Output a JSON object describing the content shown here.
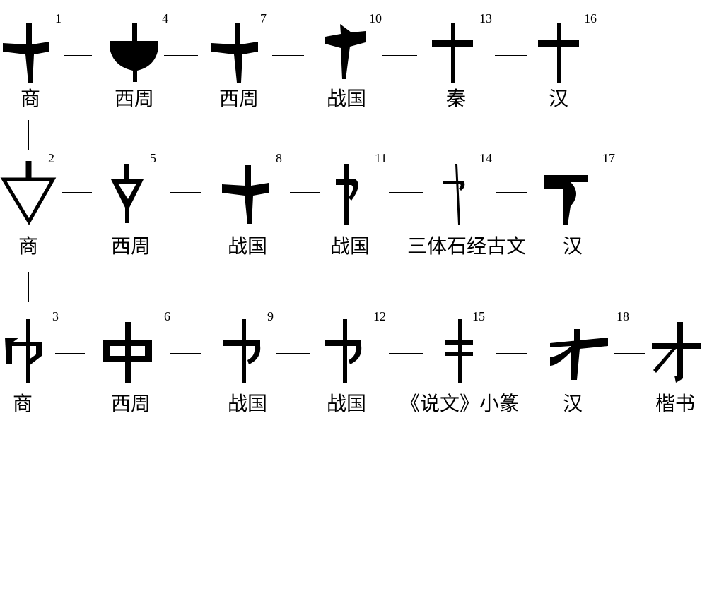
{
  "title_char": "才",
  "rows": [
    {
      "items": [
        {
          "num": "1",
          "label": "商",
          "shape": "cross-spread"
        },
        {
          "num": "4",
          "label": "西周",
          "shape": "cup"
        },
        {
          "num": "7",
          "label": "西周",
          "shape": "cross-spread"
        },
        {
          "num": "10",
          "label": "战国",
          "shape": "cross-slant"
        },
        {
          "num": "13",
          "label": "秦",
          "shape": "cross-thin"
        },
        {
          "num": "16",
          "label": "汉",
          "shape": "cross-thin"
        }
      ]
    },
    {
      "items": [
        {
          "num": "2",
          "label": "商",
          "shape": "triangle-outline"
        },
        {
          "num": "5",
          "label": "西周",
          "shape": "triangle-small"
        },
        {
          "num": "8",
          "label": "战国",
          "shape": "cross-spread"
        },
        {
          "num": "11",
          "label": "战国",
          "shape": "hook"
        },
        {
          "num": "14",
          "label": "三体石经古文",
          "shape": "hook-thin"
        },
        {
          "num": "17",
          "label": "汉",
          "shape": "hook-fill"
        }
      ]
    },
    {
      "items": [
        {
          "num": "3",
          "label": "商",
          "shape": "box-hook"
        },
        {
          "num": "6",
          "label": "西周",
          "shape": "box"
        },
        {
          "num": "9",
          "label": "战国",
          "shape": "seal"
        },
        {
          "num": "12",
          "label": "战国",
          "shape": "seal"
        },
        {
          "num": "15",
          "label": "《说文》小篆",
          "shape": "seal-thin"
        },
        {
          "num": "18",
          "label": "汉",
          "shape": "clerical"
        },
        {
          "num": "",
          "label": "楷书",
          "shape": "kaishu"
        }
      ]
    }
  ]
}
